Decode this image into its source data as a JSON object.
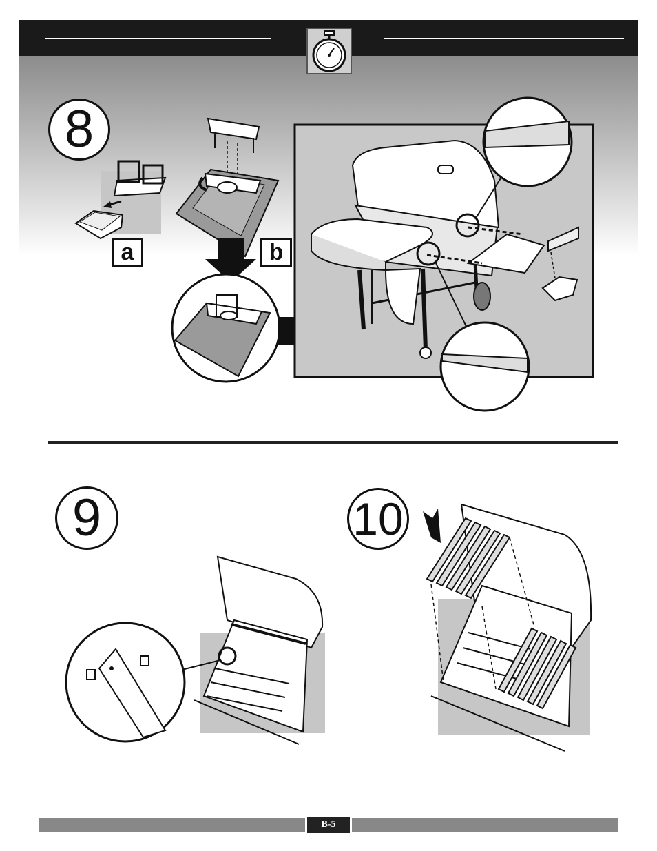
{
  "steps": {
    "step8": {
      "number": "8",
      "labels": {
        "a": "a",
        "b": "b"
      }
    },
    "step9": {
      "number": "9"
    },
    "step10": {
      "number": "10"
    }
  },
  "footer": {
    "page_number": "B-5"
  },
  "icons": {
    "header": "stopwatch-icon"
  },
  "colors": {
    "header_band": "#1a1a1a",
    "shade": "#c8c8c8",
    "footer_bar": "#888888"
  }
}
